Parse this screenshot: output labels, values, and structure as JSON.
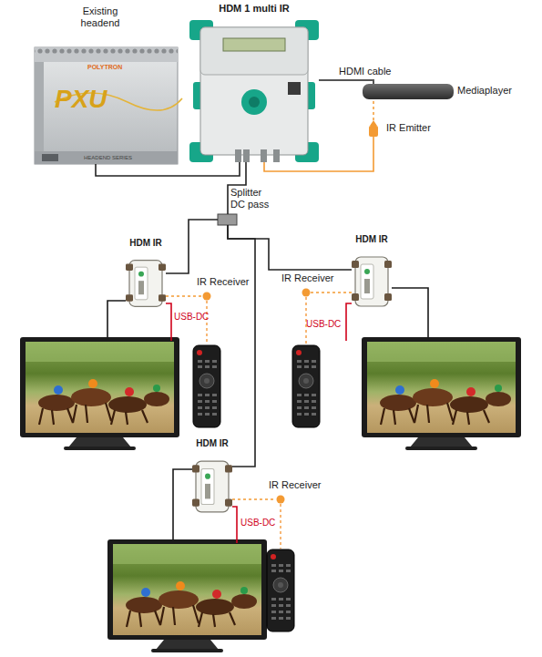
{
  "diagram": {
    "nodes": [
      {
        "text": [
          "Existing headend"
        ]
      },
      {
        "text": [
          "HDM 1 multi IR"
        ]
      },
      {
        "text": [
          "Mediaplayer"
        ]
      },
      {
        "text": [
          "IR Emitter"
        ]
      },
      {
        "text": [
          "Splitter DC pass"
        ]
      },
      {
        "text": [
          "HDM IR"
        ]
      },
      {
        "text": [
          "IR Receiver"
        ]
      },
      {
        "text": [
          "HDM IR"
        ]
      },
      {
        "text": [
          "IR Receiver"
        ]
      },
      {
        "text": [
          "HDM IR"
        ]
      },
      {
        "text": [
          "IR Receiver"
        ]
      }
    ],
    "edges": [
      {
        "from": 0,
        "to": 1,
        "arrow": "none"
      },
      {
        "from": 1,
        "to": 2,
        "label": "HDMI cable",
        "arrow": "none"
      },
      {
        "from": 1,
        "to": 3,
        "arrow": "none"
      },
      {
        "from": 3,
        "to": 2,
        "arrow": "none"
      },
      {
        "from": 1,
        "to": 4,
        "arrow": "none"
      },
      {
        "from": 4,
        "to": 5,
        "arrow": "none"
      },
      {
        "from": 4,
        "to": 7,
        "arrow": "none"
      },
      {
        "from": 4,
        "to": 9,
        "arrow": "none"
      },
      {
        "from": 5,
        "to": 6,
        "arrow": "none"
      },
      {
        "from": 7,
        "to": 8,
        "arrow": "none"
      },
      {
        "from": 9,
        "to": 10,
        "arrow": "none"
      }
    ],
    "labels": [
      "POLYTRON",
      "PXU",
      "HEADEND SERIES",
      "USB-DC",
      "USB-DC",
      "USB-DC"
    ]
  }
}
